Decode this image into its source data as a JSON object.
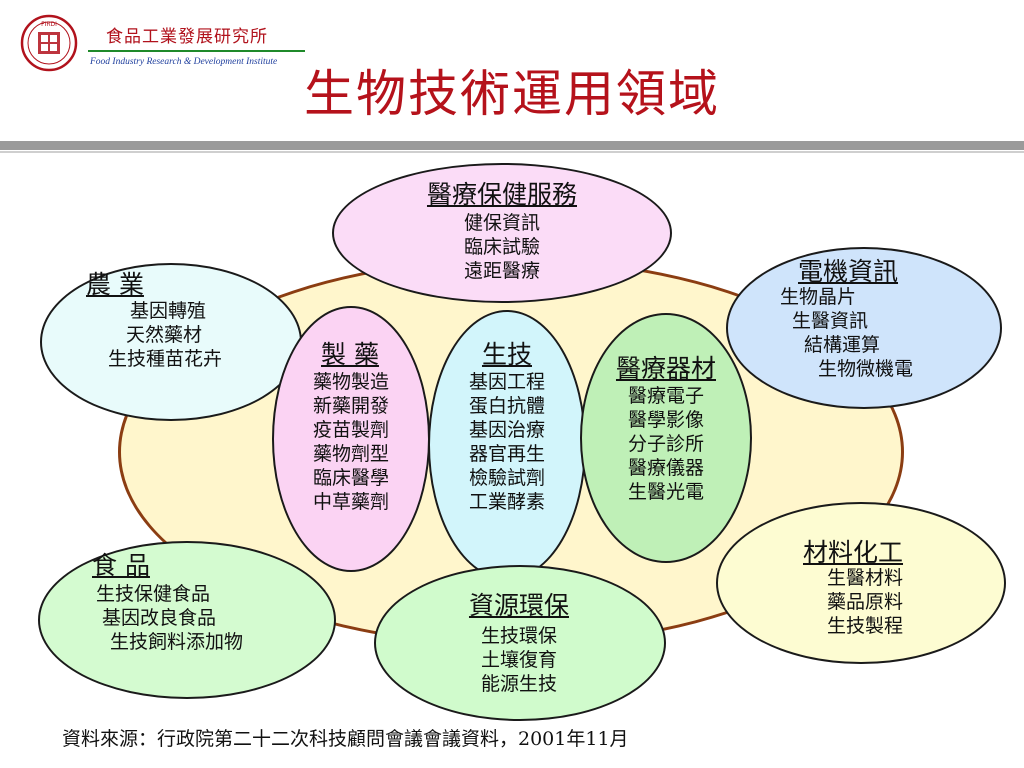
{
  "header": {
    "org_name_zh": "食品工業發展研究所",
    "org_name_en": "Food Industry Research & Development Institute",
    "title": "生物技術運用領域"
  },
  "nodes": {
    "medical_care": {
      "title": "醫療保健服務",
      "items": [
        "健保資訊",
        "臨床試驗",
        "遠距醫療"
      ]
    },
    "agriculture": {
      "title": "農 業",
      "items": [
        "基因轉殖",
        "天然藥材",
        "生技種苗花卉"
      ]
    },
    "electromech": {
      "title": "電機資訊",
      "items": [
        "生物晶片",
        "生醫資訊",
        "結構運算",
        "生物微機電"
      ]
    },
    "pharma": {
      "title": "製 藥",
      "items": [
        "藥物製造",
        "新藥開發",
        "疫苗製劑",
        "藥物劑型",
        "臨床醫學",
        "中草藥劑"
      ]
    },
    "biotech": {
      "title": "生技",
      "items": [
        "基因工程",
        "蛋白抗體",
        "基因治療",
        "器官再生",
        "檢驗試劑",
        "工業酵素"
      ]
    },
    "medical_device": {
      "title": "醫療器材",
      "items": [
        "醫療電子",
        "醫學影像",
        "分子診所",
        "醫療儀器",
        "生醫光電"
      ]
    },
    "materials": {
      "title": "材料化工",
      "items": [
        "生醫材料",
        "藥品原料",
        "生技製程"
      ]
    },
    "food": {
      "title": "食 品",
      "items": [
        "生技保健食品",
        "基因改良食品",
        "生技飼料添加物"
      ]
    },
    "environment": {
      "title": "資源環保",
      "items": [
        "生技環保",
        "土壤復育",
        "能源生技"
      ]
    }
  },
  "colors": {
    "title": "#b5121b",
    "main_oval_fill": "#fff6cc",
    "main_oval_border": "#8b3d12",
    "medical_care_fill": "#fbdcf7",
    "agriculture_fill": "#e8fbfb",
    "electromech_fill": "#cfe4fb",
    "pharma_fill": "#fbd3f3",
    "biotech_fill": "#d2f5fb",
    "medical_device_fill": "#bff0b7",
    "materials_fill": "#fdfcd2",
    "food_fill": "#d4fbd0",
    "environment_fill": "#d0fbcc"
  },
  "footer": {
    "source": "資料來源：行政院第二十二次科技顧問會議會議資料，2001年11月"
  }
}
